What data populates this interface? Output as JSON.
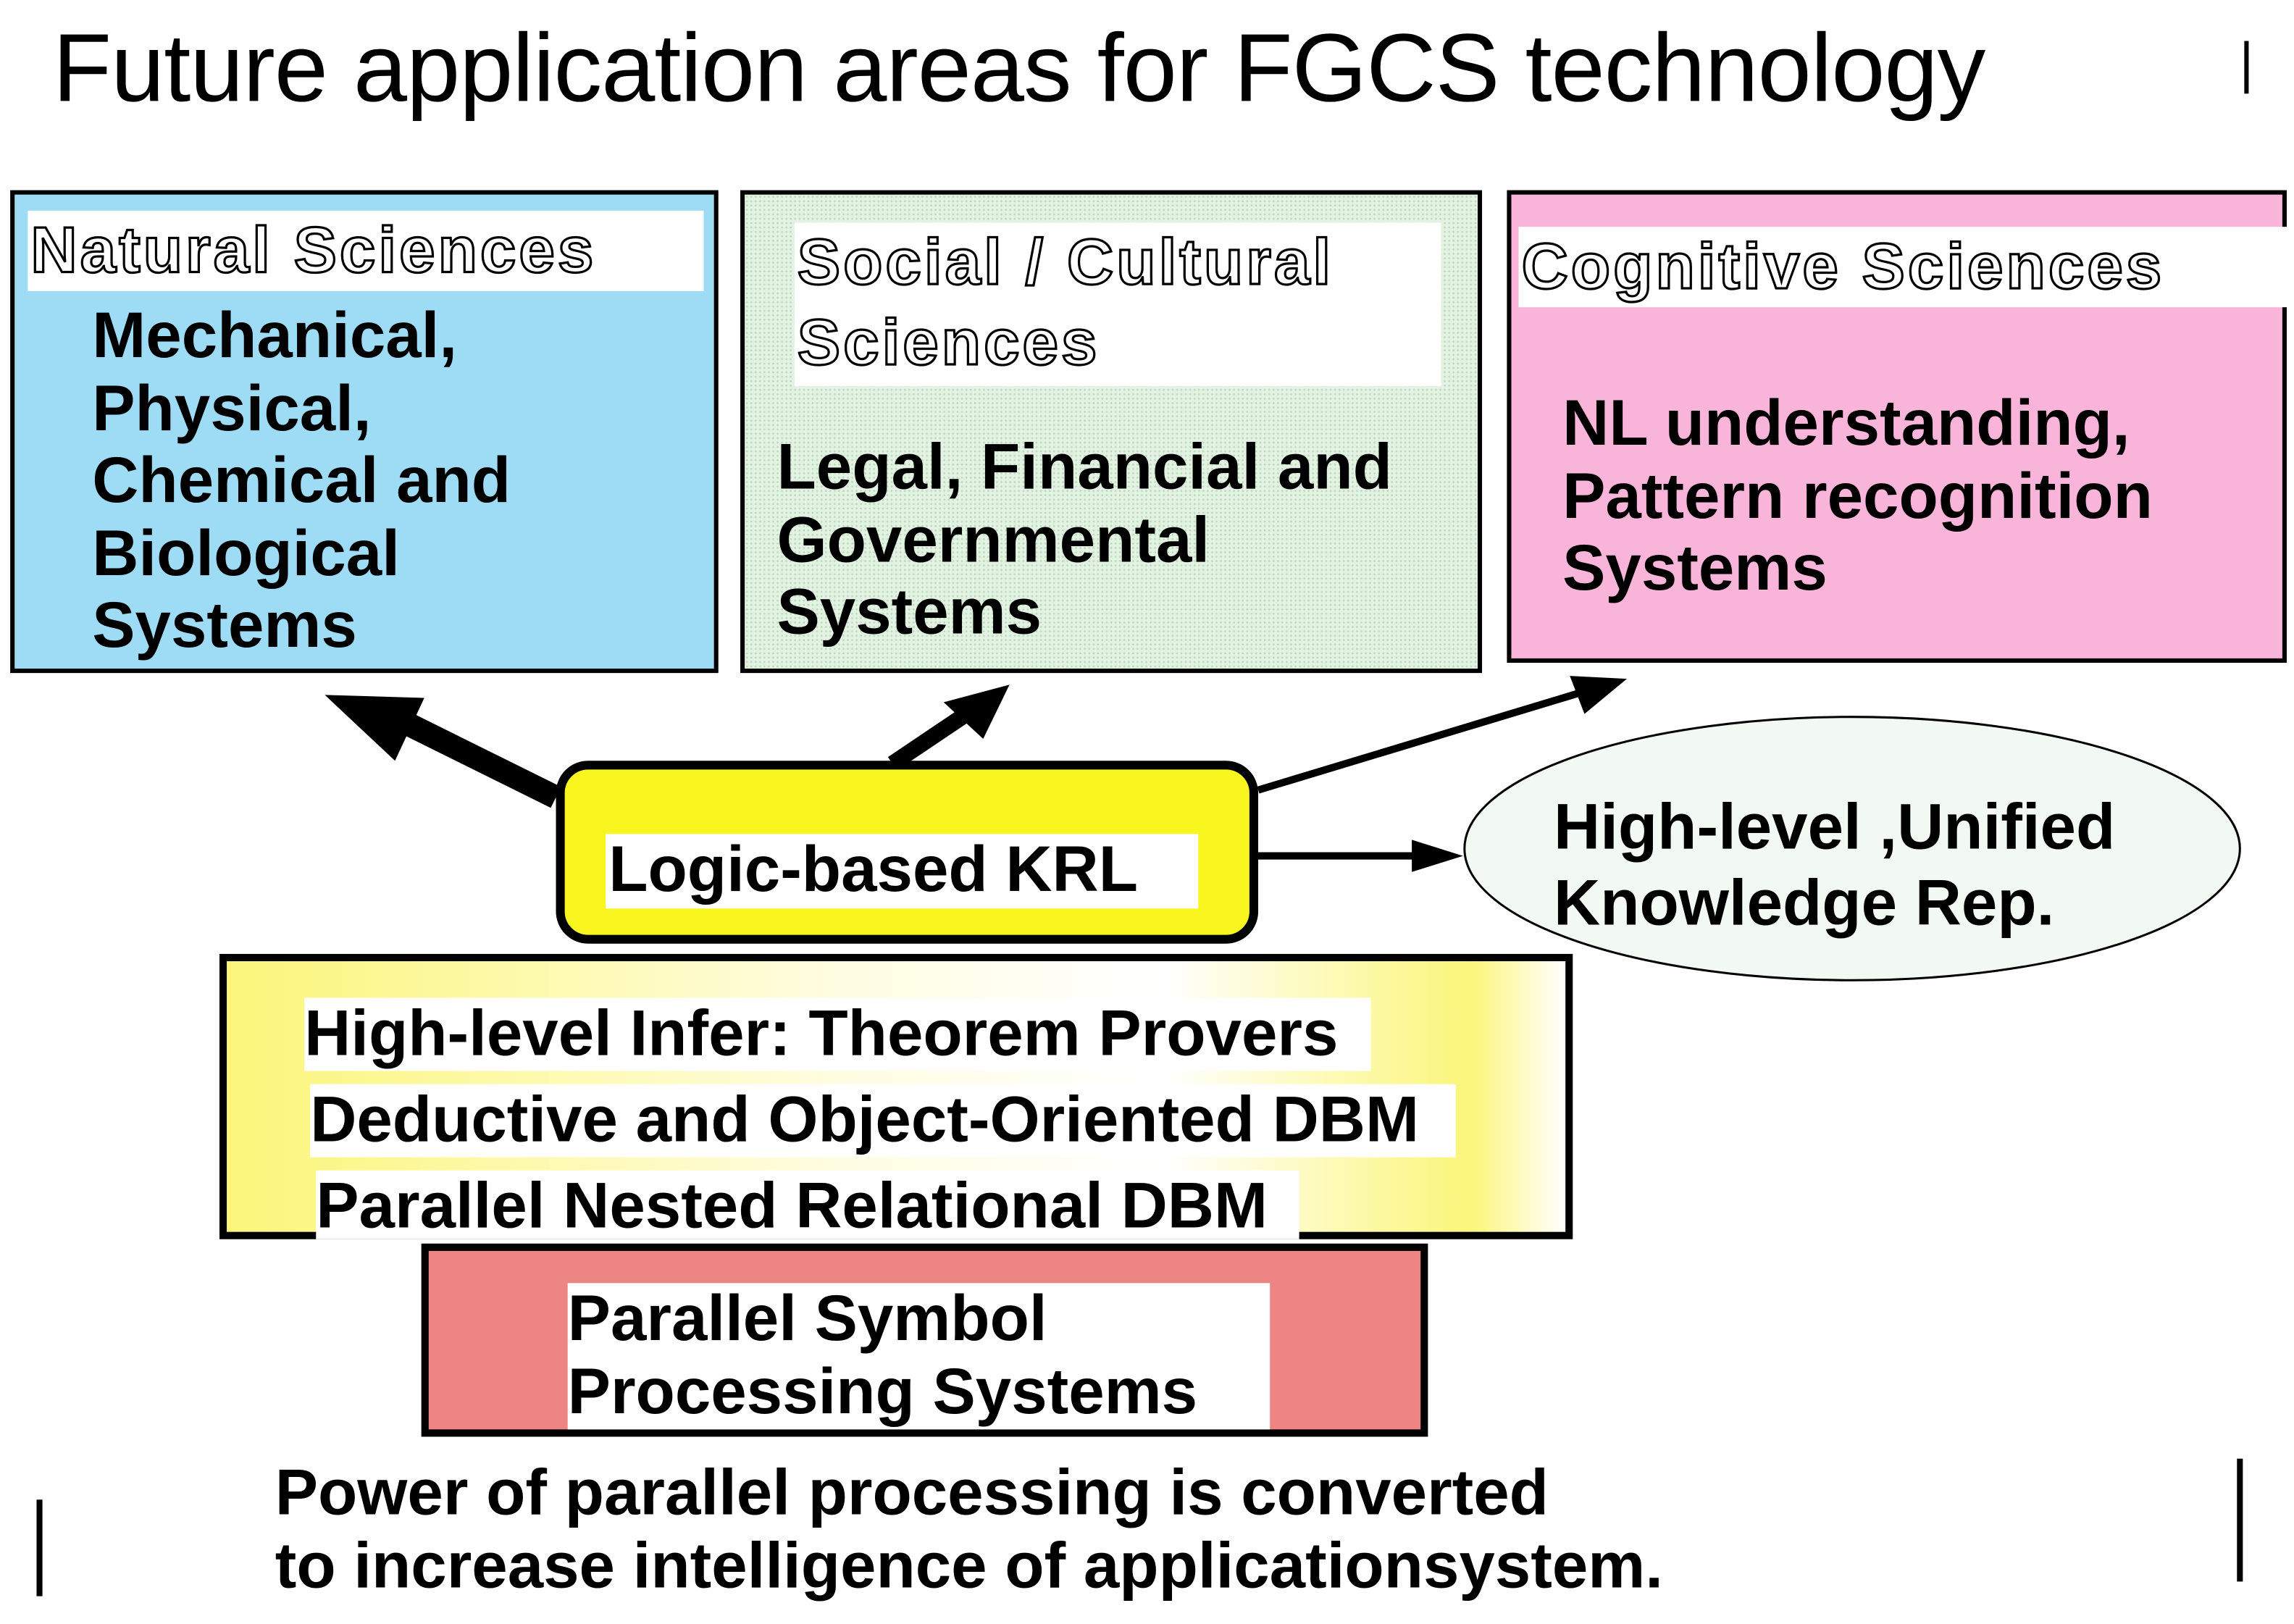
{
  "title": "Future application areas for FGCS technology",
  "areas": [
    {
      "header": "Natural Sciences",
      "body": "Mechanical,\nPhysical,\nChemical and\nBiological\nSystems",
      "color": "#9edcf5"
    },
    {
      "header": "Social / Cultural\nSciences",
      "body": "Legal, Financial and\nGovernmental\nSystems",
      "color": "#e4f2e4"
    },
    {
      "header": "Cognitive Sciences",
      "body": "NL understanding,\nPattern recognition\nSystems",
      "color": "#f9b4da"
    }
  ],
  "krl": {
    "label": "Logic-based KRL",
    "color": "#f8f51f"
  },
  "unified": {
    "label": "High-level ,Unified\nKnowledge Rep."
  },
  "infer": {
    "lines": [
      "High-level Infer: Theorem Provers",
      "Deductive and Object-Oriented  DBM",
      "Parallel Nested Relational DBM"
    ]
  },
  "psp": {
    "label": "Parallel Symbol\nProcessing Systems",
    "color": "#ee8585"
  },
  "conclusion": "Power of parallel processing  is converted\nto increase intelligence of applicationsystem."
}
